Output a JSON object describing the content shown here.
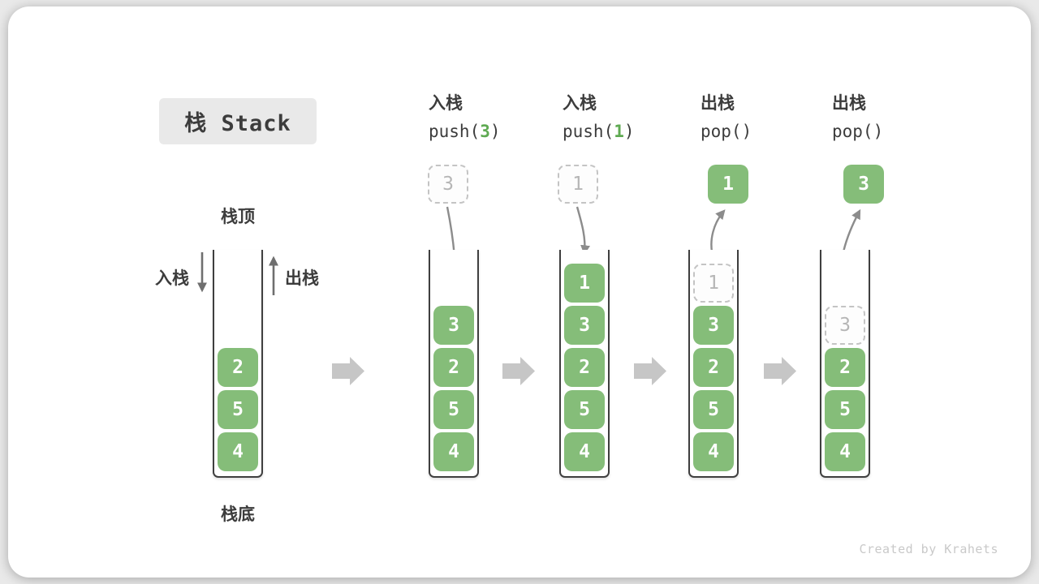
{
  "title": "栈 Stack",
  "labels": {
    "stack_top": "栈顶",
    "stack_bottom": "栈底",
    "push_side": "入栈",
    "pop_side": "出栈"
  },
  "operations": [
    {
      "label": "入栈",
      "fn": "push(",
      "arg": "3",
      "close": ")"
    },
    {
      "label": "入栈",
      "fn": "push(",
      "arg": "1",
      "close": ")"
    },
    {
      "label": "出栈",
      "fn": "pop(",
      "arg": "",
      "close": ")"
    },
    {
      "label": "出栈",
      "fn": "pop(",
      "arg": "",
      "close": ")"
    }
  ],
  "stacks": {
    "s1": {
      "values": [
        "2",
        "5",
        "4"
      ]
    },
    "s2": {
      "incoming": "3",
      "values": [
        "3",
        "2",
        "5",
        "4"
      ]
    },
    "s3": {
      "incoming": "1",
      "values": [
        "1",
        "3",
        "2",
        "5",
        "4"
      ]
    },
    "s4": {
      "outgoing": "1",
      "ghost": "1",
      "values": [
        "3",
        "2",
        "5",
        "4"
      ]
    },
    "s5": {
      "outgoing": "3",
      "ghost": "3",
      "values": [
        "2",
        "5",
        "4"
      ]
    }
  },
  "watermark": "Created by Krahets",
  "colors": {
    "block_green": "#85bd79",
    "arg_green": "#5faa52",
    "text_dark": "#3c3c3c",
    "ghost_text": "#b6b6b6",
    "ghost_border": "#c4c4c4",
    "flow_arrow": "#8c8c8c",
    "side_arrow": "#6f6f6f",
    "stage_arrow": "#c6c6c6",
    "title_bg": "#e9e9e9",
    "watermark": "#c9c9c9"
  }
}
